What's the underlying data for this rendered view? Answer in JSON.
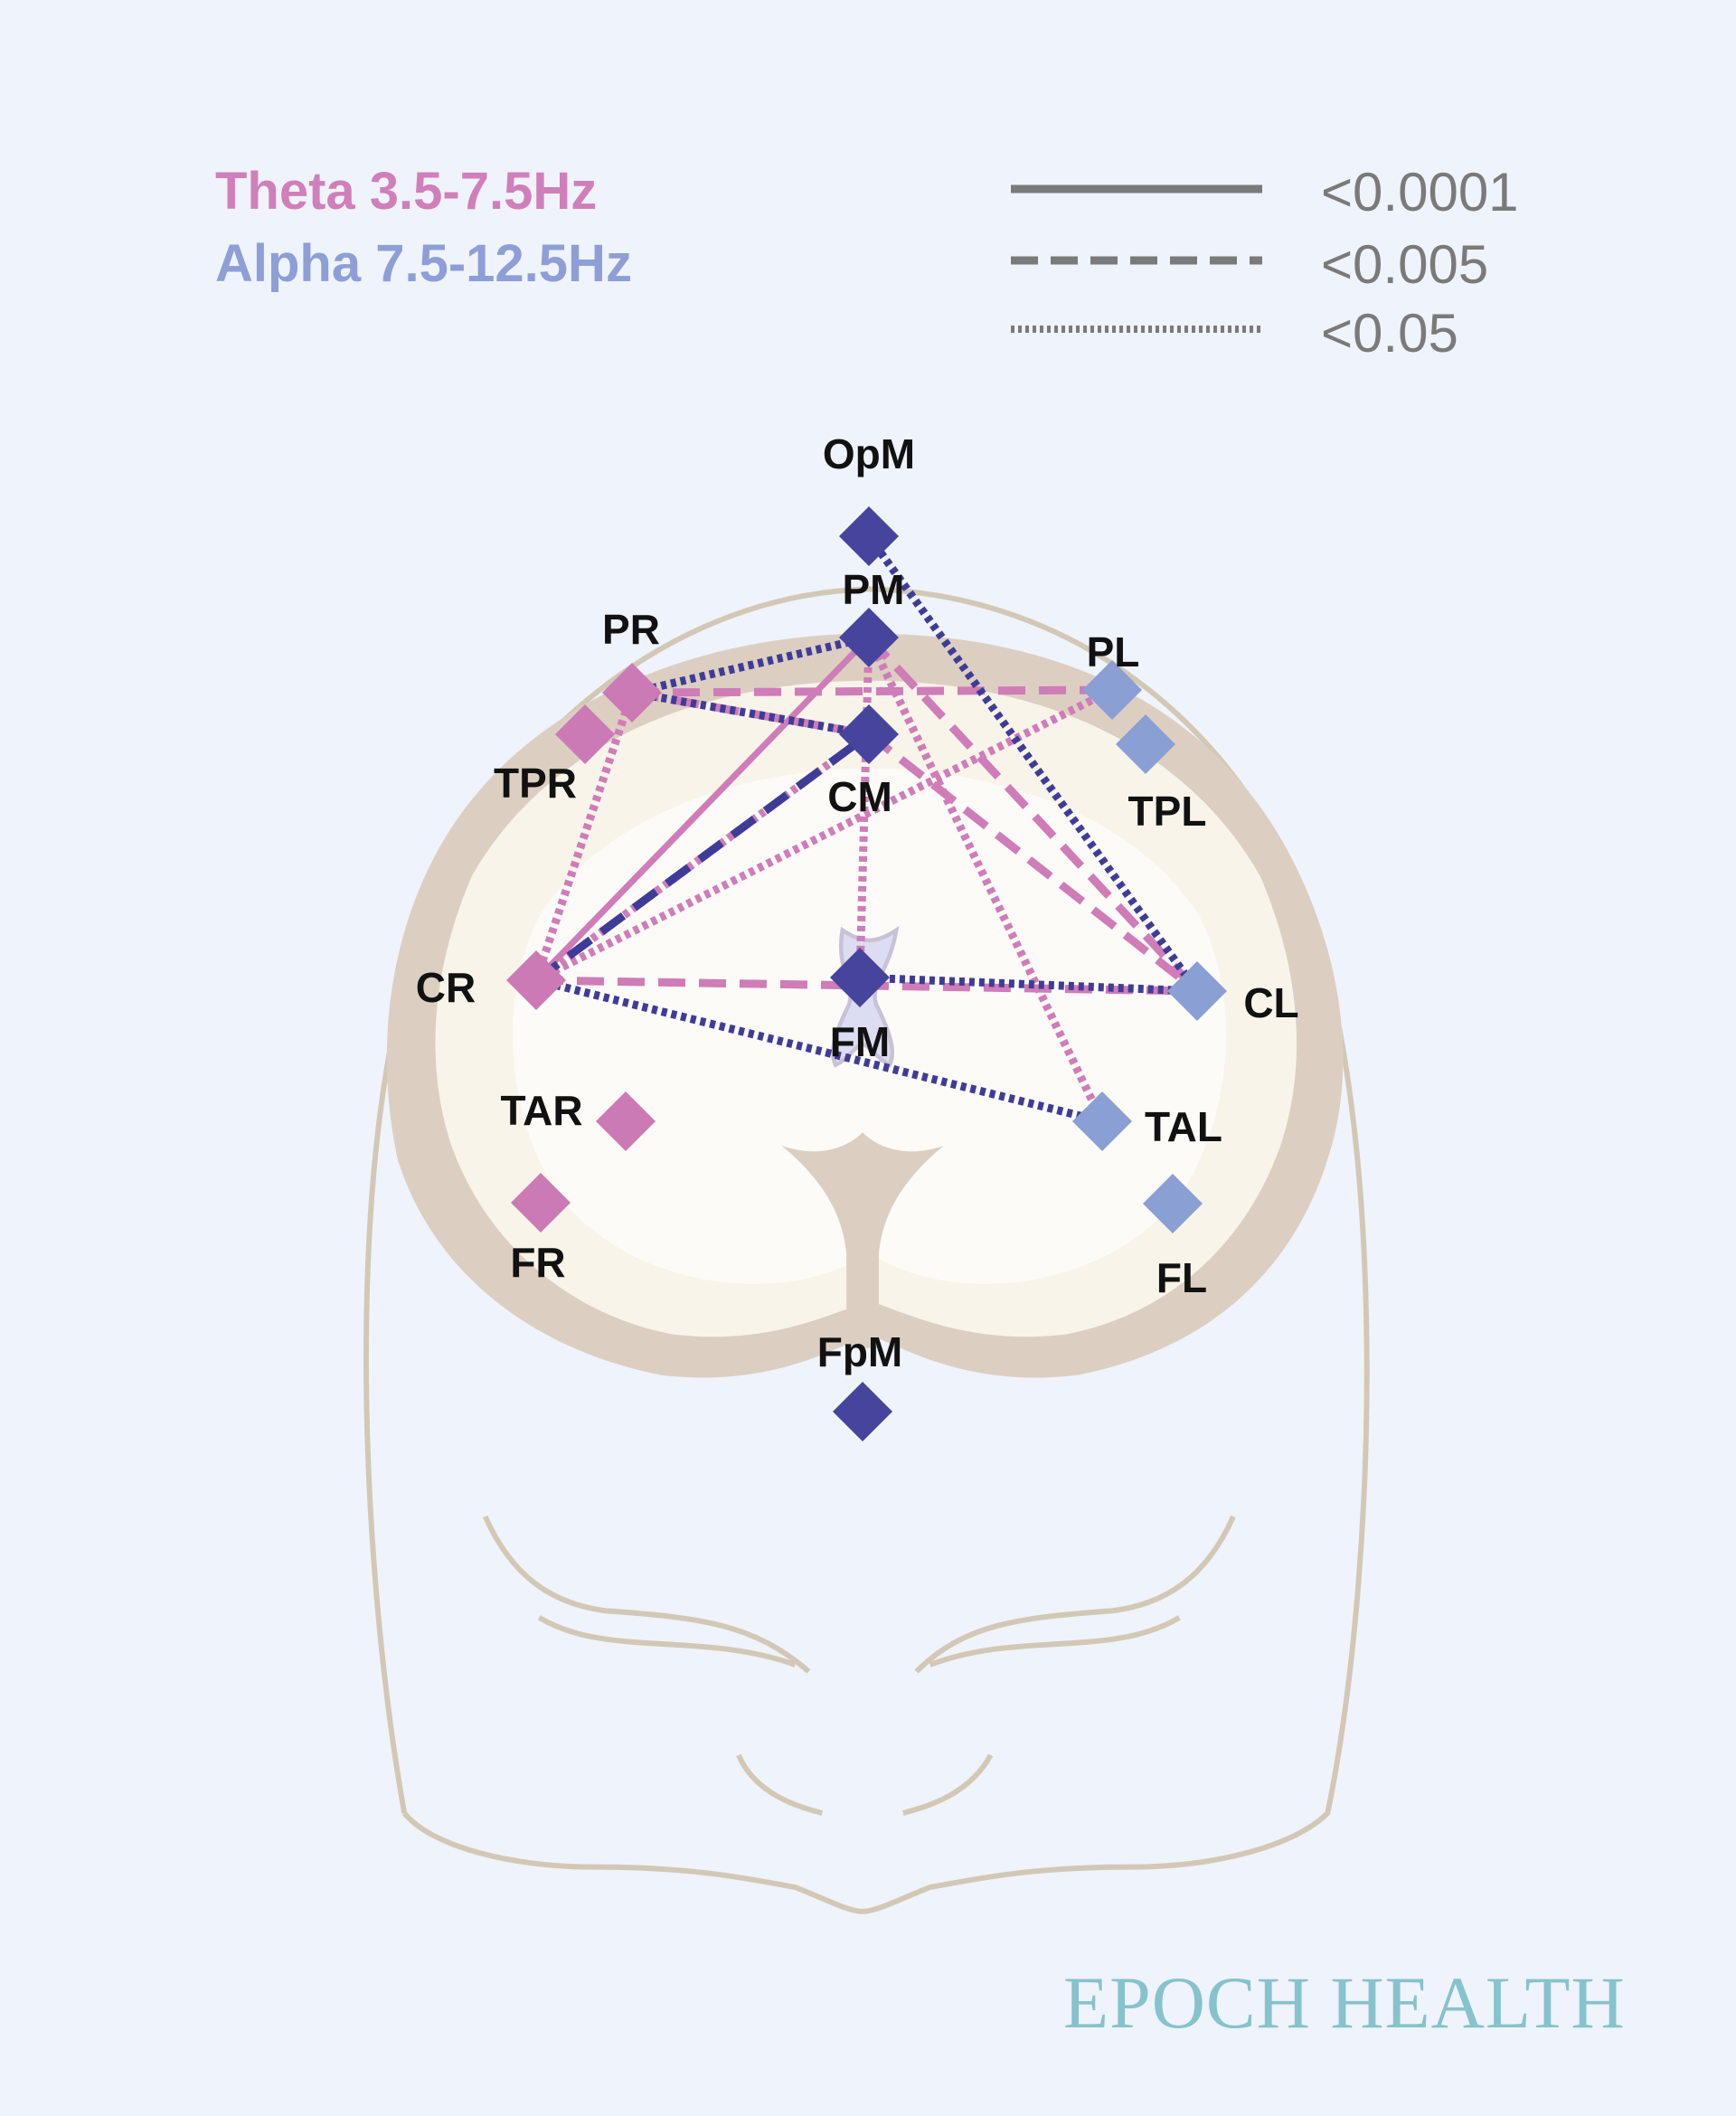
{
  "legend": {
    "bands": [
      {
        "label": "Theta 3.5-7.5Hz",
        "color": "#d07fba"
      },
      {
        "label": "Alpha 7.5-12.5Hz",
        "color": "#8d9fd6"
      }
    ],
    "significance": [
      {
        "style": "solid",
        "label": "<0.0001"
      },
      {
        "style": "dashed",
        "label": "<0.005"
      },
      {
        "style": "dotted",
        "label": "<0.05"
      }
    ]
  },
  "colors": {
    "theta": "#cf7cb8",
    "alpha_line": "#3f3c98",
    "midline_node": "#46449c",
    "right_node": "#cc7ab5",
    "left_node": "#8a9fd4"
  },
  "nodes": [
    {
      "id": "OpM",
      "label": "OpM",
      "group": "midline"
    },
    {
      "id": "PM",
      "label": "PM",
      "group": "midline"
    },
    {
      "id": "PR",
      "label": "PR",
      "group": "right"
    },
    {
      "id": "TPR",
      "label": "TPR",
      "group": "right"
    },
    {
      "id": "CM",
      "label": "CM",
      "group": "midline"
    },
    {
      "id": "PL",
      "label": "PL",
      "group": "left"
    },
    {
      "id": "TPL",
      "label": "TPL",
      "group": "left"
    },
    {
      "id": "CR",
      "label": "CR",
      "group": "right"
    },
    {
      "id": "FM",
      "label": "FM",
      "group": "midline"
    },
    {
      "id": "CL",
      "label": "CL",
      "group": "left"
    },
    {
      "id": "TAR",
      "label": "TAR",
      "group": "right"
    },
    {
      "id": "TAL",
      "label": "TAL",
      "group": "left"
    },
    {
      "id": "FR",
      "label": "FR",
      "group": "right"
    },
    {
      "id": "FL",
      "label": "FL",
      "group": "left"
    },
    {
      "id": "FpM",
      "label": "FpM",
      "group": "midline"
    }
  ],
  "edges": [
    {
      "from": "CR",
      "to": "PM",
      "band": "theta",
      "style": "solid"
    },
    {
      "from": "PR",
      "to": "PL",
      "band": "theta",
      "style": "dashed"
    },
    {
      "from": "PR",
      "to": "CM",
      "band": "theta",
      "style": "dashed"
    },
    {
      "from": "CM",
      "to": "CL",
      "band": "theta",
      "style": "dashed"
    },
    {
      "from": "PM",
      "to": "CL",
      "band": "theta",
      "style": "dashed"
    },
    {
      "from": "CR",
      "to": "CL",
      "band": "theta",
      "style": "dashed"
    },
    {
      "from": "CR",
      "to": "PR",
      "band": "theta",
      "style": "dotted"
    },
    {
      "from": "CR",
      "to": "CM",
      "band": "theta",
      "style": "dotted"
    },
    {
      "from": "CR",
      "to": "PL",
      "band": "theta",
      "style": "dotted"
    },
    {
      "from": "PM",
      "to": "FM",
      "band": "theta",
      "style": "dotted"
    },
    {
      "from": "PM",
      "to": "TAL",
      "band": "theta",
      "style": "dotted"
    },
    {
      "from": "OpM",
      "to": "CL",
      "band": "alpha",
      "style": "dotted"
    },
    {
      "from": "PR",
      "to": "PM",
      "band": "alpha",
      "style": "dotted"
    },
    {
      "from": "PR",
      "to": "CM",
      "band": "alpha",
      "style": "dotted"
    },
    {
      "from": "CR",
      "to": "CM",
      "band": "alpha",
      "style": "dashed"
    },
    {
      "from": "FM",
      "to": "CL",
      "band": "alpha",
      "style": "dotted"
    },
    {
      "from": "CR",
      "to": "TAL",
      "band": "alpha",
      "style": "dotted"
    }
  ],
  "brand": "EPOCH HEALTH"
}
